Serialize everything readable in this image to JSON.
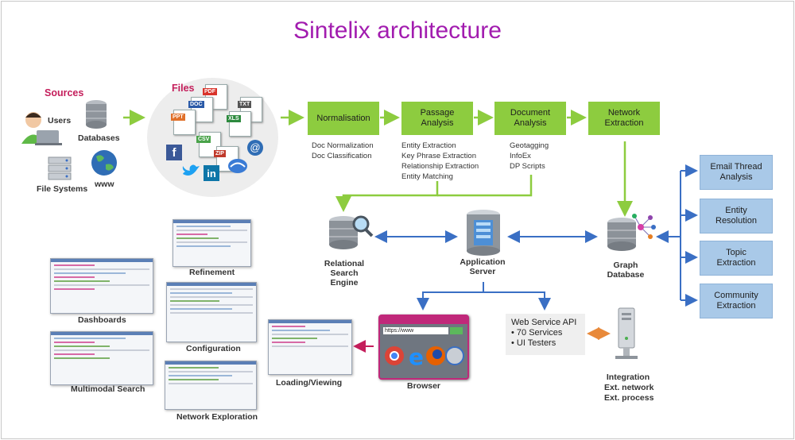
{
  "title": "Sintelix architecture",
  "sources": {
    "heading": "Sources",
    "users": "Users",
    "databases": "Databases",
    "file_systems": "File Systems",
    "www": "www"
  },
  "files": {
    "heading": "Files",
    "types": [
      "PDF",
      "DOC",
      "TXT",
      "PPT",
      "XLS",
      "CSV",
      "ZIP"
    ]
  },
  "pipeline": [
    {
      "name": "Normalisation",
      "details": [
        "Doc Normalization",
        "Doc Classification"
      ]
    },
    {
      "name": "Passage Analysis",
      "details": [
        "Entity Extraction",
        "Key Phrase Extraction",
        "Relationship Extraction",
        "Entity Matching"
      ]
    },
    {
      "name": "Document Analysis",
      "details": [
        "Geotagging",
        "InfoEx",
        "DP Scripts"
      ]
    },
    {
      "name": "Network Extraction",
      "details": []
    }
  ],
  "servers": {
    "relational": "Relational Search Engine",
    "application": "Application Server",
    "graph": "Graph Database"
  },
  "graph_outputs": [
    "Email Thread Analysis",
    "Entity Resolution",
    "Topic Extraction",
    "Community Extraction"
  ],
  "web_service": {
    "title": "Web Service API",
    "bullets": [
      "• 70 Services",
      "• UI Testers"
    ]
  },
  "integration": [
    "Integration",
    "Ext. network",
    "Ext. process"
  ],
  "browser": {
    "label": "Browser",
    "url": "https://www"
  },
  "views": {
    "refinement": "Refinement",
    "dashboards": "Dashboards",
    "configuration": "Configuration",
    "multimodal": "Multimodal Search",
    "network_exploration": "Network Exploration",
    "loading": "Loading/Viewing"
  },
  "colors": {
    "title": "#a21caf",
    "stage_green": "#8dcc3f",
    "arrow_green": "#8dcc3f",
    "arrow_blue": "#3a6fc4",
    "output_blue": "#a9c9e8",
    "arrow_orange": "#e8893a",
    "arrow_magenta": "#c41e5b"
  }
}
